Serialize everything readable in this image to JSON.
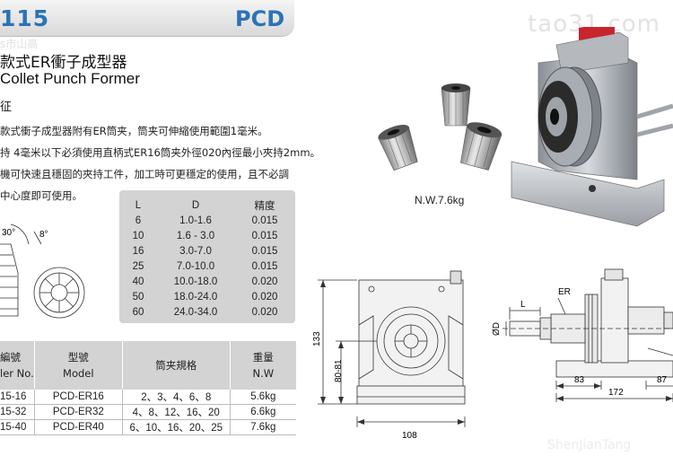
{
  "header": {
    "code": "115",
    "brand": "PCD"
  },
  "watermark": {
    "site": "tao31.com",
    "footer": "ShenJianTang",
    "left": "s市山高"
  },
  "title": {
    "cn": "款式ER衝子成型器",
    "en": "Collet Punch Former"
  },
  "section_label": "征",
  "description": [
    "款式衝子成型器附有ER筒夹，筒夹可伸縮使用範圍1毫米。",
    "持 4毫米以下必須使用直柄式ER16筒夹外徑020內徑最小夾持2mm。",
    "機可快速且穩固的夾持工件，加工時可更穩定的使用，且不必調",
    "中心度即可使用。"
  ],
  "collet_angles": {
    "a1": "30°",
    "a2": "8°"
  },
  "spec_table": {
    "headers": [
      "L",
      "D",
      "精度"
    ],
    "rows": [
      [
        "6",
        "1.0-1.6",
        "0.015"
      ],
      [
        "10",
        "1.6 - 3.0",
        "0.015"
      ],
      [
        "16",
        "3.0-7.0",
        "0.015"
      ],
      [
        "25",
        "7.0-10.0",
        "0.015"
      ],
      [
        "40",
        "10.0-18.0",
        "0.020"
      ],
      [
        "50",
        "18.0-24.0",
        "0.020"
      ],
      [
        "60",
        "24.0-34.0",
        "0.020"
      ]
    ]
  },
  "model_table": {
    "headers": [
      [
        "編號",
        "ler No."
      ],
      [
        "型號",
        "Model"
      ],
      [
        "筒夹規格"
      ],
      [
        "重量",
        "N.W"
      ]
    ],
    "rows": [
      [
        "15-16",
        "PCD-ER16",
        "2、3、4、6、8",
        "5.6kg"
      ],
      [
        "15-32",
        "PCD-ER32",
        "4、8、12、16、20",
        "6.6kg"
      ],
      [
        "15-40",
        "PCD-ER40",
        "6、10、16、20、25",
        "7.6kg"
      ]
    ]
  },
  "product_weight": "N.W.7.6kg",
  "front_view": {
    "height": "133",
    "center_height": "80-81",
    "width": "108"
  },
  "side_view": {
    "er_label": "ER",
    "l_label": "L",
    "d_label": "ØD",
    "dim_a": "83",
    "dim_b": "172",
    "dim_c": "87"
  },
  "colors": {
    "accent": "#2a73b8",
    "table_bg": "#d3d3d3"
  }
}
